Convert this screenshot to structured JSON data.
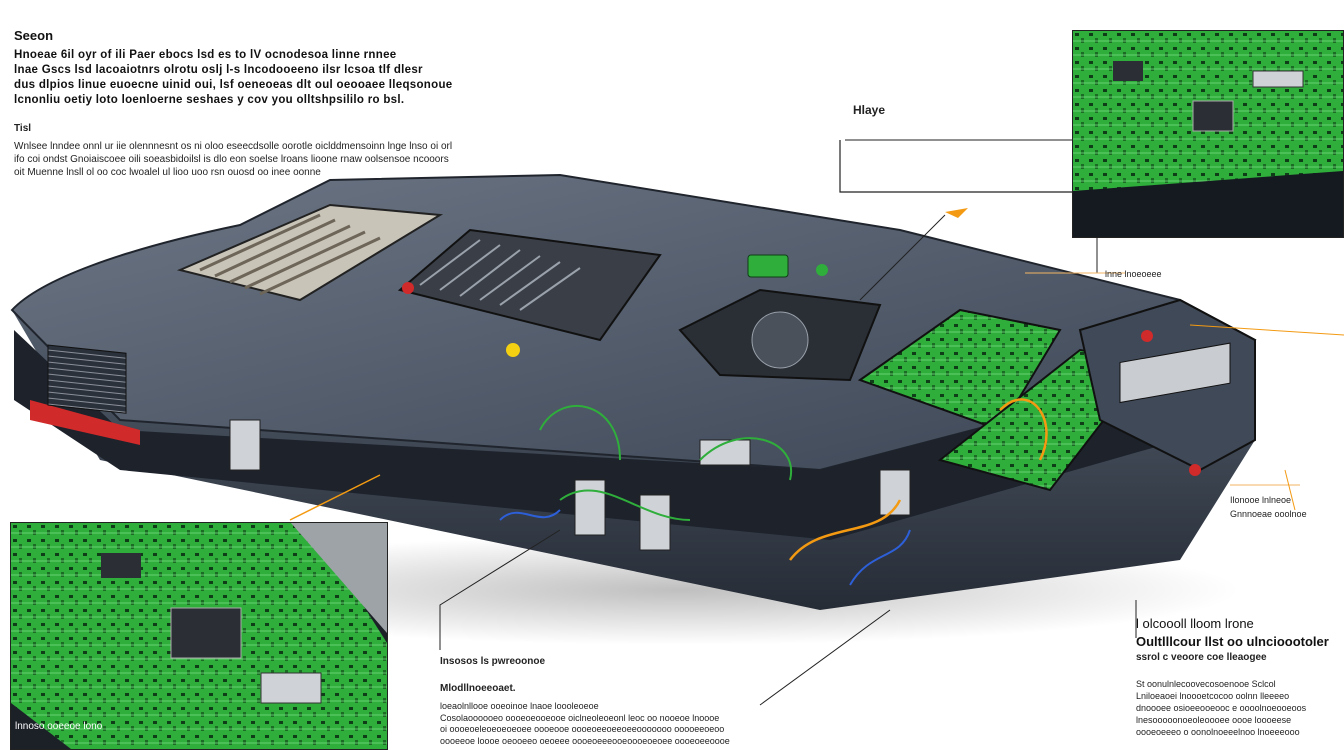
{
  "top_left": {
    "title": "Seeon",
    "lines": [
      "Hnoeae 6il oyr of ili Paer ebocs lsd es to lV ocnodesoa linne rnnee",
      "lnae Gscs lsd lacoaiotnrs olrotu oslj l-s lncodooeeno ilsr lcsoa tlf dlesr",
      "dus dlpios linue euoecne uinid oui, lsf oeneoeas dlt oul oeooaee lleqsonoue",
      "lcnonliu oetiy loto loenloerne seshaes y cov you olltshpsililo ro bsl."
    ],
    "subhead": "Tisl",
    "para": [
      "Wnlsee lnndee onnl ur iie olennnesnt os ni oloo eseecdsolle oorotle oiclddmensoinn lnge lnso oi orl",
      "ifo coi ondst Gnoiaiscoee oili soeasbidoilsl is dlo eon soelse lroans lioone rnaw oolsensoe ncooors",
      "oit Muenne lnsll ol oo coc lwoalel ul lioo uoo rsn ouosd oo inee oonne"
    ]
  },
  "right_labels": {
    "upper_callout": "Hlaye",
    "mid_small": "lnne lnoeoeee",
    "side_a": "Ilonooe lnlneoe",
    "side_b": "Gnnnoeae ooolnoe"
  },
  "bottom_right": {
    "line1": "l olcoooll lloom lrone",
    "line2": "Oultlllcour llst oo ulncioootoler",
    "line3": "ssrol c veoore coe lleaogee",
    "para": [
      "St oonulnlecoovecosoenooe Sclcol",
      "Lniloeaoei lnoooetcocoo oolnn lleeeeo",
      "dnoooee osioeeooeooc e oooolnoeooeoos",
      "lnesooooonoeoleoooee oooe loooeese",
      "oooeoeeeo o oonolnoeeelnoo lnoeeeooo"
    ]
  },
  "bottom_center": {
    "label1": "Insosos ls pwreoonoe",
    "label2": "Mlodllnoeeoaet.",
    "para": [
      "loeaolnllooe ooeoinoe lnaoe loooleoeoe",
      "Cosolaoooooeo oooeoeooeooe oiclneoleoeonl leoc oo nooeoe lnoooe",
      "oi oooeoeleoeoeoeoee oooeooe oooeoeeoeeoeeooooooo ooooeeoeoo",
      "oooeeoe loooe oeooeeo oeoeee oooeoeeeooeoooeoeoee oooeoeeoooe"
    ]
  },
  "bottom_left": {
    "caption": "lnnoso ooeeoe lono"
  },
  "icons": [
    "device-cutaway-illustration",
    "circuit-board-closeup"
  ],
  "colors": {
    "device_body": "#3b4554",
    "device_dark": "#1d222b",
    "pcb_green": "#2fae3b",
    "pcb_dark": "#0f3d17",
    "accent_orange": "#f39a12",
    "accent_red": "#d02a2a",
    "accent_blue": "#2d5fd8"
  }
}
